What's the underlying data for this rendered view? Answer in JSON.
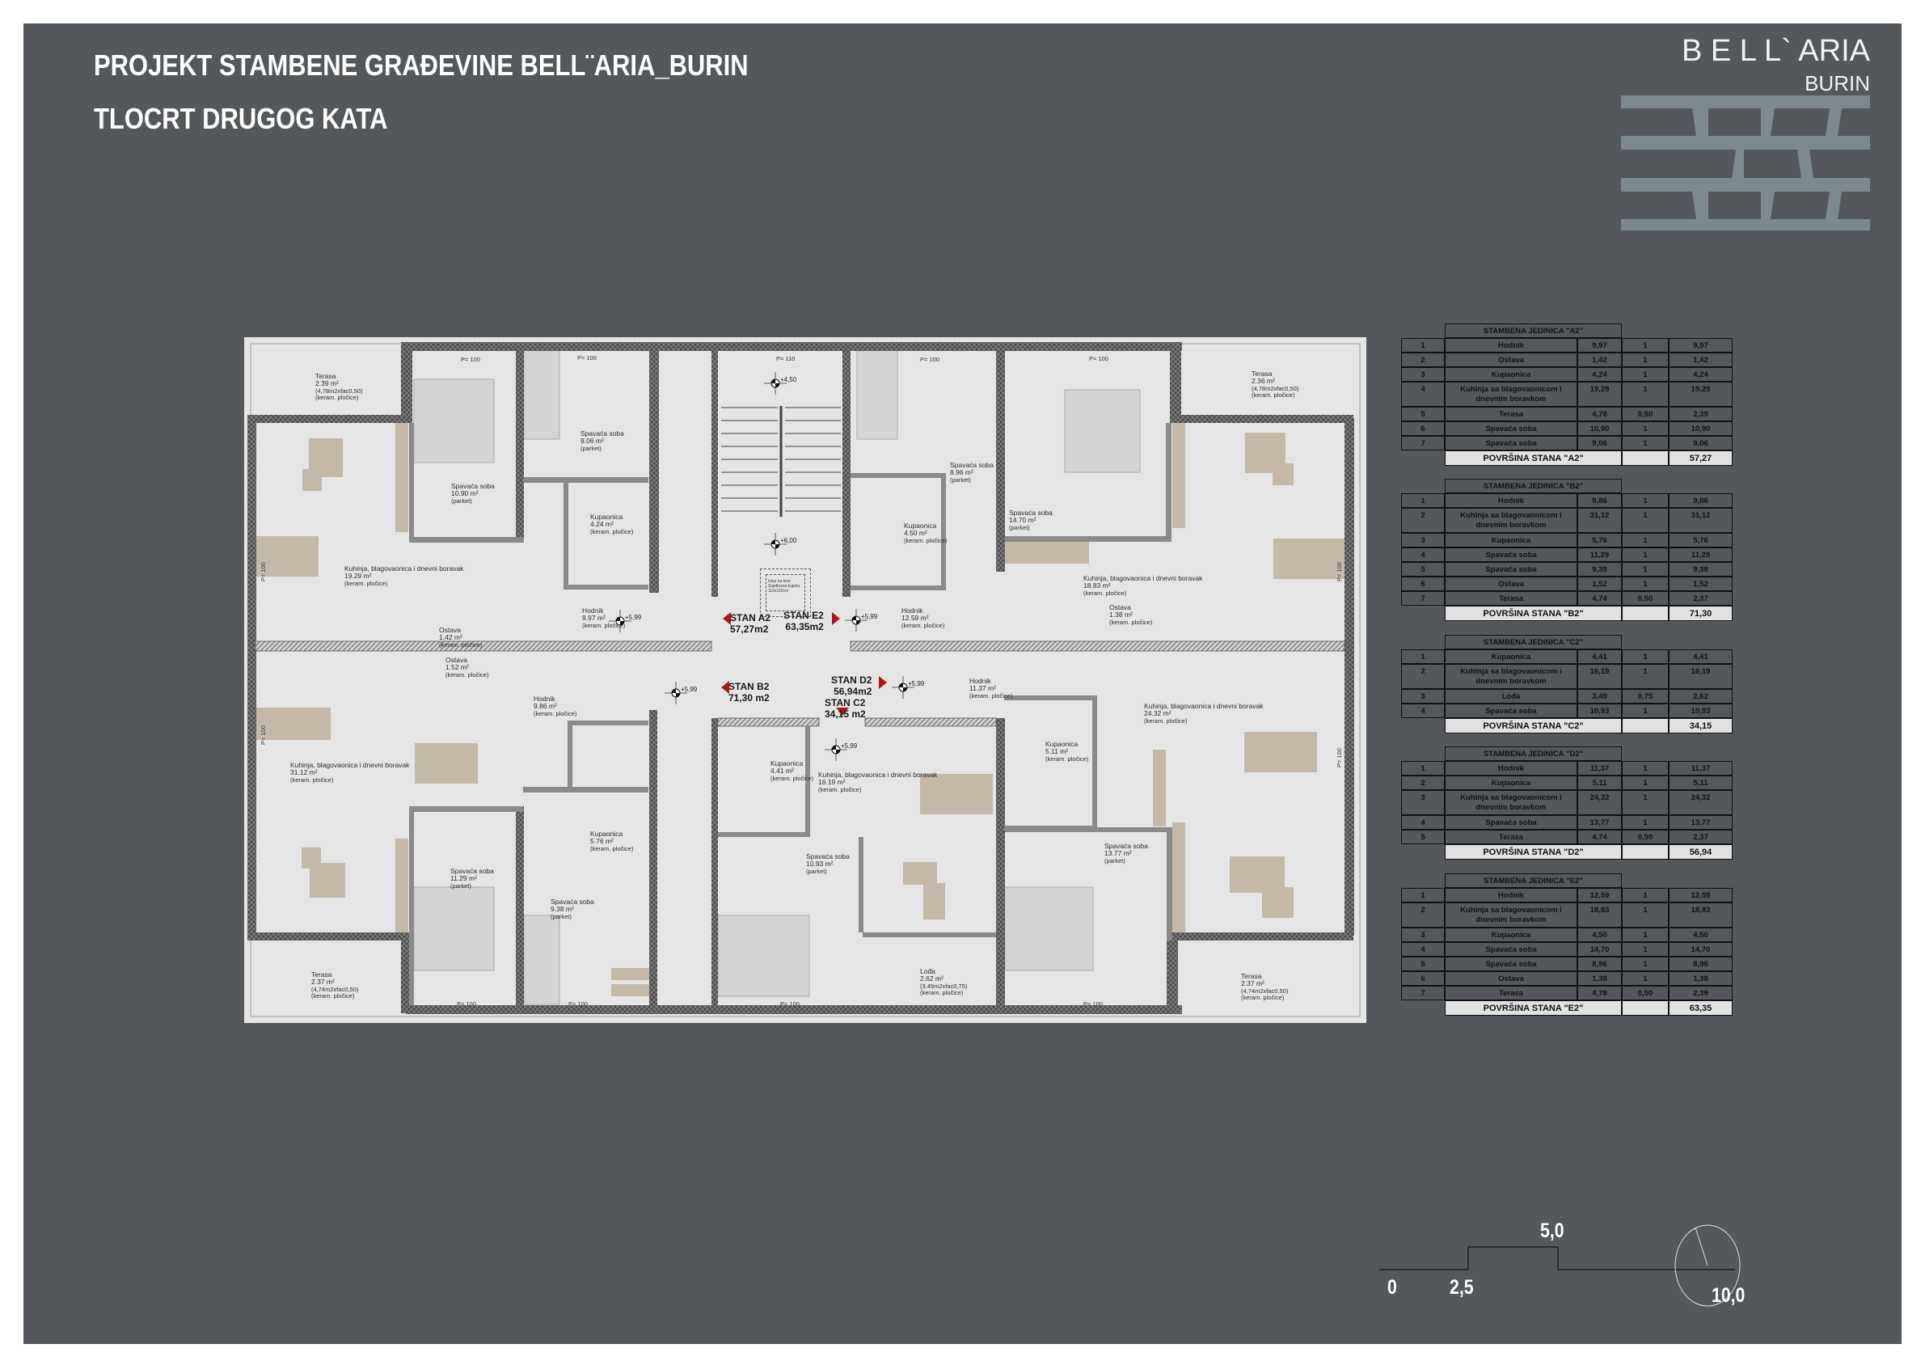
{
  "header": {
    "title": "PROJEKT STAMBENE GRAĐEVINE BELL¨ARIA_BURIN",
    "subtitle": "TLOCRT DRUGOG KATA"
  },
  "logo": {
    "name": "B E L L` ARIA",
    "sub": "BURIN",
    "bar_color": "#7d898f"
  },
  "colors": {
    "sheet": "#54575c",
    "plan_bg": "#e5e5e5",
    "furniture": "#c4b8a8",
    "arrow": "#b0151b",
    "total_row": "#e1e1e1"
  },
  "plan": {
    "rooms": [
      {
        "name": "Terasa",
        "area": "2.39 m²",
        "note": "(4,78m2xfac0,50)",
        "floor": "(keram. pločice)"
      },
      {
        "name": "Spavaća soba",
        "area": "10.90 m²",
        "floor": "(parket)"
      },
      {
        "name": "Spavaća soba",
        "area": "9.06 m²",
        "floor": "(parket)"
      },
      {
        "name": "Kupaonica",
        "area": "4.24 m²",
        "floor": "(keram. pločice)"
      },
      {
        "name": "Kuhinja, blagovaonica i dnevni boravak",
        "area": "19.29 m²",
        "floor": "(keram. pločice)"
      },
      {
        "name": "Ostava",
        "area": "1.42 m²",
        "floor": "(keram. pločice)"
      },
      {
        "name": "Hodnik",
        "area": "9.97 m²",
        "floor": "(keram. pločice)"
      },
      {
        "name": "Ostava",
        "area": "1.52 m²",
        "floor": "(keram. pločice)"
      },
      {
        "name": "Spavaća soba",
        "area": "8.96 m²",
        "floor": "(parket)"
      },
      {
        "name": "Kupaonica",
        "area": "4.50 m²",
        "floor": "(keram. pločice)"
      },
      {
        "name": "Spavaća soba",
        "area": "14.70 m²",
        "floor": "(parket)"
      },
      {
        "name": "Hodnik",
        "area": "12.59 m²",
        "floor": "(keram. pločice)"
      },
      {
        "name": "Kuhinja, blagovaonica i dnevni boravak",
        "area": "18.83 m²",
        "floor": "(keram. pločice)"
      },
      {
        "name": "Ostava",
        "area": "1.38 m²",
        "floor": "(keram. pločice)"
      },
      {
        "name": "Terasa",
        "area": "2.36 m²",
        "note": "(4,78m2xfac0,50)",
        "floor": "(keram. pločice)"
      },
      {
        "name": "Hodnik",
        "area": "9.86 m²",
        "floor": "(keram. pločice)"
      },
      {
        "name": "Kuhinja, blagovaonica i dnevni boravak",
        "area": "31.12 m²",
        "floor": "(keram. pločice)"
      },
      {
        "name": "Kupaonica",
        "area": "5.76 m²",
        "floor": "(keram. pločice)"
      },
      {
        "name": "Spavaća soba",
        "area": "11.29 m²",
        "floor": "(parket)"
      },
      {
        "name": "Spavaća soba",
        "area": "9.38 m²",
        "floor": "(parket)"
      },
      {
        "name": "Terasa",
        "area": "2.37 m²",
        "note": "(4,74m2xfac0,50)",
        "floor": "(keram. pločice)"
      },
      {
        "name": "Hodnik",
        "area": "11.37 m²",
        "floor": "(keram. pločice)"
      },
      {
        "name": "Kupaonica",
        "area": "4.41 m²",
        "floor": "(keram. pločice)"
      },
      {
        "name": "Kuhinja, blagovaonica i dnevni boravak",
        "area": "16.19 m²",
        "floor": "(keram. pločice)"
      },
      {
        "name": "Kupaonica",
        "area": "5.11 m²",
        "floor": "(keram. pločice)"
      },
      {
        "name": "Spavaća soba",
        "area": "10.93 m²",
        "floor": "(parket)"
      },
      {
        "name": "Lođa",
        "area": "2.62 m²",
        "note": "(3,49m2xfac0,75)",
        "floor": "(keram. pločice)"
      },
      {
        "name": "Kuhinja, blagovaonica i dnevni boravak",
        "area": "24.32 m²",
        "floor": "(keram. pločice)"
      },
      {
        "name": "Spavaća soba",
        "area": "13.77 m²",
        "floor": "(parket)"
      },
      {
        "name": "Terasa",
        "area": "2.37 m²",
        "note": "(4,74m2xfac0,50)",
        "floor": "(keram. pločice)"
      }
    ],
    "stan_labels": [
      {
        "name": "STAN A2",
        "area": "57,27m2"
      },
      {
        "name": "STAN E2",
        "area": "63,35m2"
      },
      {
        "name": "STAN B2",
        "area": "71,30 m2"
      },
      {
        "name": "STAN D2",
        "area": "56,94m2"
      },
      {
        "name": "STAN C2",
        "area": "34,15 m2"
      }
    ],
    "levels": [
      "+4,50",
      "+6,00",
      "+5,99",
      "+5,99",
      "+5,99",
      "+5,99",
      "+5,99"
    ],
    "windows": [
      "P= 100",
      "P= 100",
      "P= 110",
      "P= 100",
      "P= 100",
      "P= 100",
      "P= 100",
      "P= 100",
      "P= 100",
      "P= 100",
      "P= 100",
      "P= 100",
      "P= 100"
    ],
    "roof_exit": [
      "Izlaz na krov",
      "Svjetlosna kupola",
      "110x110cm"
    ]
  },
  "units": [
    {
      "title": "STAMBENA JEDINICA \"A2\"",
      "rows": [
        [
          "1",
          "Hodnik",
          "9,97",
          "1",
          "9,97"
        ],
        [
          "2",
          "Ostava",
          "1,42",
          "1",
          "1,42"
        ],
        [
          "3",
          "Kupaonica",
          "4,24",
          "1",
          "4,24"
        ],
        [
          "4",
          "Kuhinja sa blagovaonicom i dnevnim boravkom",
          "19,29",
          "1",
          "19,29"
        ],
        [
          "5",
          "Terasa",
          "4,78",
          "0,50",
          "2,39"
        ],
        [
          "6",
          "Spavaća soba",
          "10,90",
          "1",
          "10,90"
        ],
        [
          "7",
          "Spavaća soba",
          "9,06",
          "1",
          "9,06"
        ]
      ],
      "total_label": "POVRŠINA STANA \"A2\"",
      "total": "57,27"
    },
    {
      "title": "STAMBENA JEDINICA \"B2\"",
      "rows": [
        [
          "1",
          "Hodnik",
          "9,86",
          "1",
          "9,86"
        ],
        [
          "2",
          "Kuhinja sa blagovaonicom i dnevnim boravkom",
          "31,12",
          "1",
          "31,12"
        ],
        [
          "3",
          "Kupaonica",
          "5,76",
          "1",
          "5,76"
        ],
        [
          "4",
          "Spavaća soba",
          "11,29",
          "1",
          "11,29"
        ],
        [
          "5",
          "Spavaća soba",
          "9,38",
          "1",
          "9,38"
        ],
        [
          "6",
          "Ostava",
          "1,52",
          "1",
          "1,52"
        ],
        [
          "7",
          "Terasa",
          "4,74",
          "0,50",
          "2,37"
        ]
      ],
      "total_label": "POVRŠINA STANA \"B2\"",
      "total": "71,30"
    },
    {
      "title": "STAMBENA JEDINICA \"C2\"",
      "rows": [
        [
          "1",
          "Kupaonica",
          "4,41",
          "1",
          "4,41"
        ],
        [
          "2",
          "Kuhinja sa blagovaonicom i dnevnim boravkom",
          "16,19",
          "1",
          "16,19"
        ],
        [
          "3",
          "Lođa",
          "3,49",
          "0,75",
          "2,62"
        ],
        [
          "4",
          "Spavaća soba",
          "10,93",
          "1",
          "10,93"
        ]
      ],
      "total_label": "POVRŠINA STANA \"C2\"",
      "total": "34,15"
    },
    {
      "title": "STAMBENA JEDINICA \"D2\"",
      "rows": [
        [
          "1",
          "Hodnik",
          "11,37",
          "1",
          "11,37"
        ],
        [
          "2",
          "Kupaonica",
          "5,11",
          "1",
          "5,11"
        ],
        [
          "3",
          "Kuhinja sa blagovaonicom i dnevnim boravkom",
          "24,32",
          "1",
          "24,32"
        ],
        [
          "4",
          "Spavaća soba",
          "13,77",
          "1",
          "13,77"
        ],
        [
          "5",
          "Terasa",
          "4,74",
          "0,50",
          "2,37"
        ]
      ],
      "total_label": "POVRŠINA STANA \"D2\"",
      "total": "56,94"
    },
    {
      "title": "STAMBENA JEDINICA \"E2\"",
      "rows": [
        [
          "1",
          "Hodnik",
          "12,59",
          "1",
          "12,59"
        ],
        [
          "2",
          "Kuhinja sa blagovaonicom i dnevnim boravkom",
          "18,83",
          "1",
          "18,83"
        ],
        [
          "3",
          "Kupaonica",
          "4,50",
          "1",
          "4,50"
        ],
        [
          "4",
          "Spavaća soba",
          "14,70",
          "1",
          "14,70"
        ],
        [
          "5",
          "Spavaća soba",
          "8,96",
          "1",
          "8,96"
        ],
        [
          "6",
          "Ostava",
          "1,38",
          "1",
          "1,38"
        ],
        [
          "7",
          "Terasa",
          "4,78",
          "0,50",
          "2,39"
        ]
      ],
      "total_label": "POVRŠINA STANA \"E2\"",
      "total": "63,35"
    }
  ],
  "scale": {
    "ticks": [
      "0",
      "2,5",
      "5,0",
      "10,0"
    ]
  }
}
